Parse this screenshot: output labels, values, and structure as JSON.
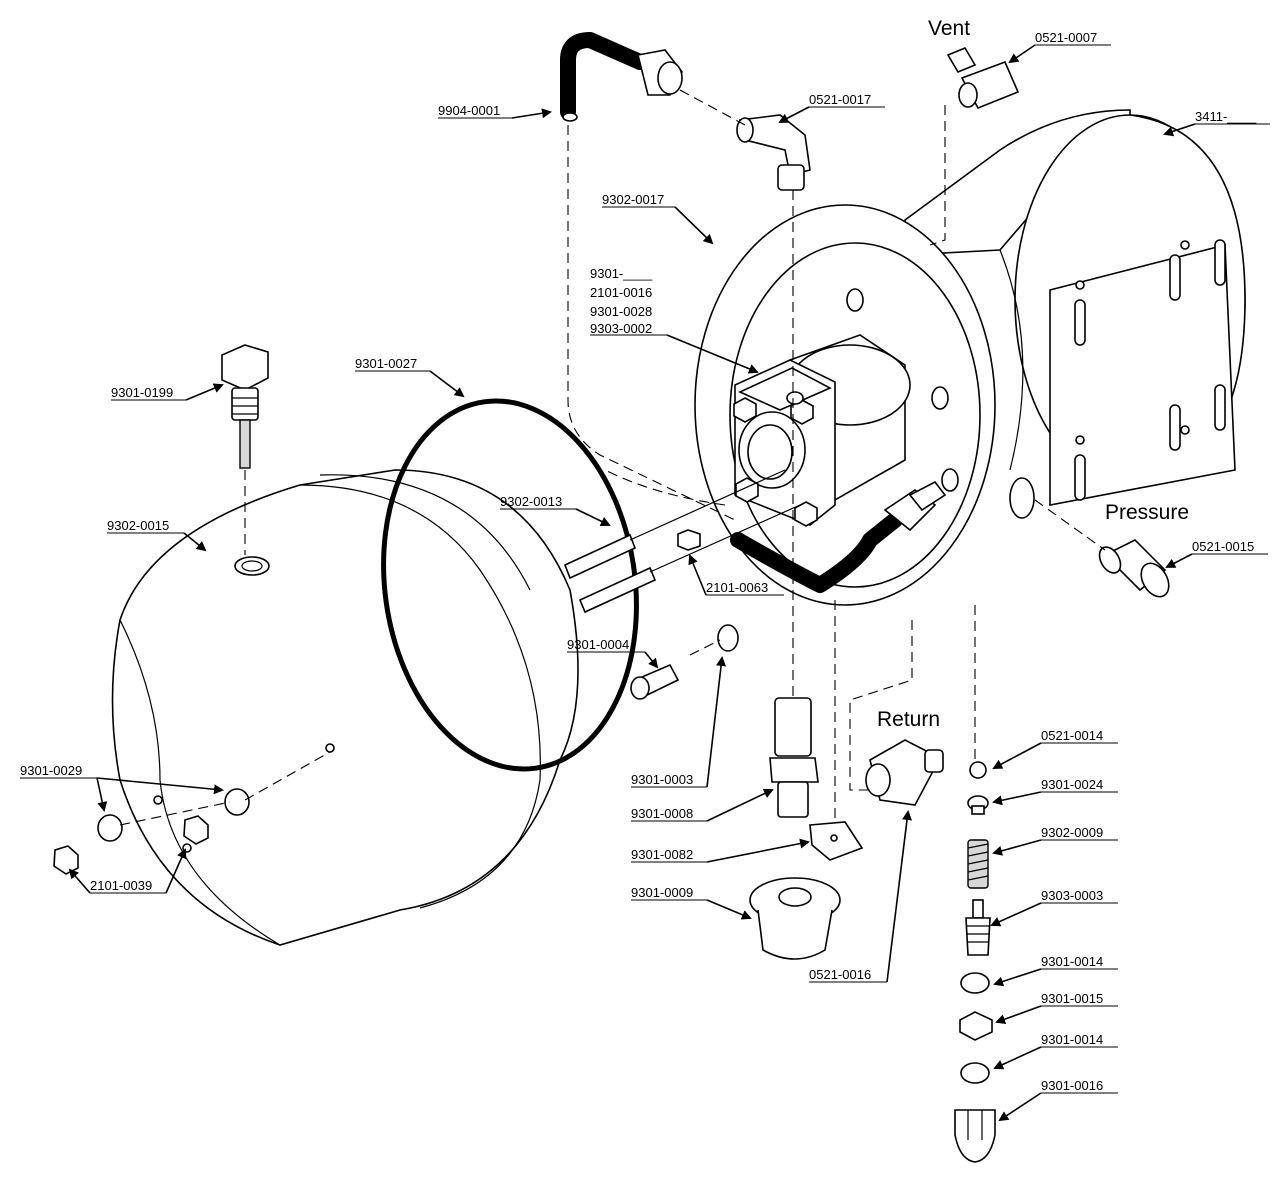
{
  "port_labels": {
    "vent": "Vent",
    "pressure": "Pressure",
    "return": "Return"
  },
  "parts": {
    "p_9904_0001": "9904-0001",
    "p_0521_0017": "0521-0017",
    "p_0521_0007": "0521-0007",
    "p_3411": "3411-____",
    "p_9302_0017": "9302-0017",
    "p_9301_blank": "9301-____",
    "p_2101_0016": "2101-0016",
    "p_9301_0028": "9301-0028",
    "p_9303_0002": "9303-0002",
    "p_9301_0027": "9301-0027",
    "p_9301_0199": "9301-0199",
    "p_9302_0013": "9302-0013",
    "p_2101_0063": "2101-0063",
    "p_9302_0015": "9302-0015",
    "p_0521_0015": "0521-0015",
    "p_9301_0004": "9301-0004",
    "p_9301_0003": "9301-0003",
    "p_9301_0008": "9301-0008",
    "p_9301_0082": "9301-0082",
    "p_9301_0009": "9301-0009",
    "p_0521_0016": "0521-0016",
    "p_9301_0029": "9301-0029",
    "p_2101_0039": "2101-0039",
    "p_0521_0014": "0521-0014",
    "p_9301_0024": "9301-0024",
    "p_9302_0009": "9302-0009",
    "p_9303_0003": "9303-0003",
    "p_9301_0014a": "9301-0014",
    "p_9301_0015": "9301-0015",
    "p_9301_0014b": "9301-0014",
    "p_9301_0016": "9301-0016"
  }
}
